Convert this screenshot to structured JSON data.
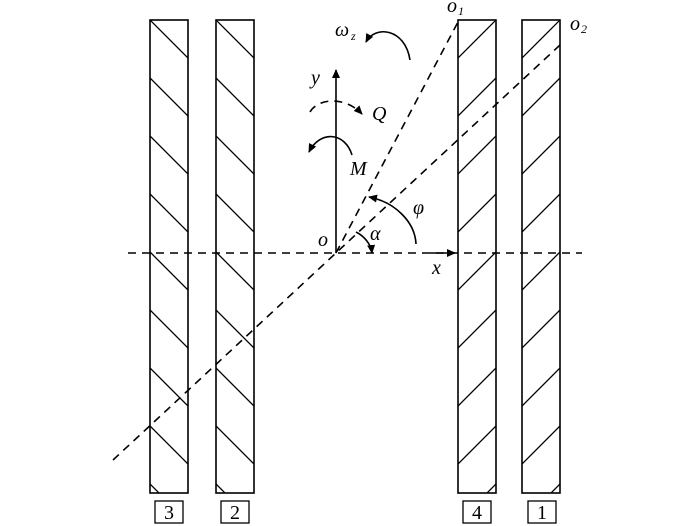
{
  "labels": {
    "omega": "ω",
    "omega_sub": "z",
    "o1": "o",
    "o1_sub": "1",
    "o2": "o",
    "o2_sub": "2",
    "y": "y",
    "x": "x",
    "origin": "o",
    "Q": "Q",
    "M": "M",
    "phi": "φ",
    "alpha": "α"
  },
  "bars": [
    {
      "id": "3",
      "label": "3"
    },
    {
      "id": "2",
      "label": "2"
    },
    {
      "id": "4",
      "label": "4"
    },
    {
      "id": "1",
      "label": "1"
    }
  ]
}
